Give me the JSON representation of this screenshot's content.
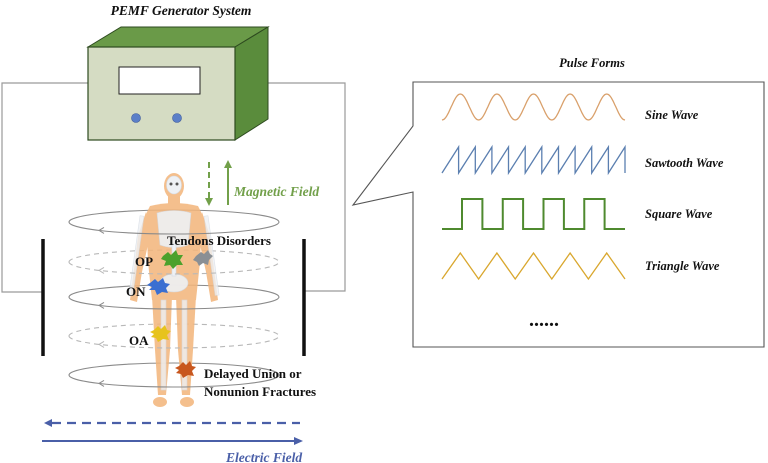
{
  "title": "PEMF Generator System",
  "magnetic_field_label": "Magnetic Field",
  "electric_field_label": "Electric Field",
  "conditions": {
    "tendons": "Tendons Disorders",
    "op": "OP",
    "on": "ON",
    "oa": "OA",
    "fracture_line1": "Delayed Union or",
    "fracture_line2": "Nonunion Fractures"
  },
  "pulse_forms": {
    "title": "Pulse Forms",
    "waves": [
      {
        "name": "Sine Wave",
        "type": "sine",
        "color": "#d9a06b"
      },
      {
        "name": "Sawtooth Wave",
        "type": "sawtooth",
        "color": "#5b7fb0"
      },
      {
        "name": "Square Wave",
        "type": "square",
        "color": "#4f8a2f"
      },
      {
        "name": "Triangle Wave",
        "type": "triangle",
        "color": "#d9a72e"
      }
    ],
    "more": "......"
  },
  "colors": {
    "device_front": "#d5dcc3",
    "device_side": "#5a8c3c",
    "device_top": "#6a9a48",
    "button": "#5b7fc8",
    "magnetic": "#72a04a",
    "electric": "#4a5fa8",
    "skin": "#f3b57a",
    "bone": "#e8edf3",
    "op_spot": "#4ca12c",
    "tendon_spot": "#8a8f94",
    "on_spot": "#3b6fd1",
    "oa_spot": "#e7c31c",
    "fracture_spot": "#c8571e"
  }
}
